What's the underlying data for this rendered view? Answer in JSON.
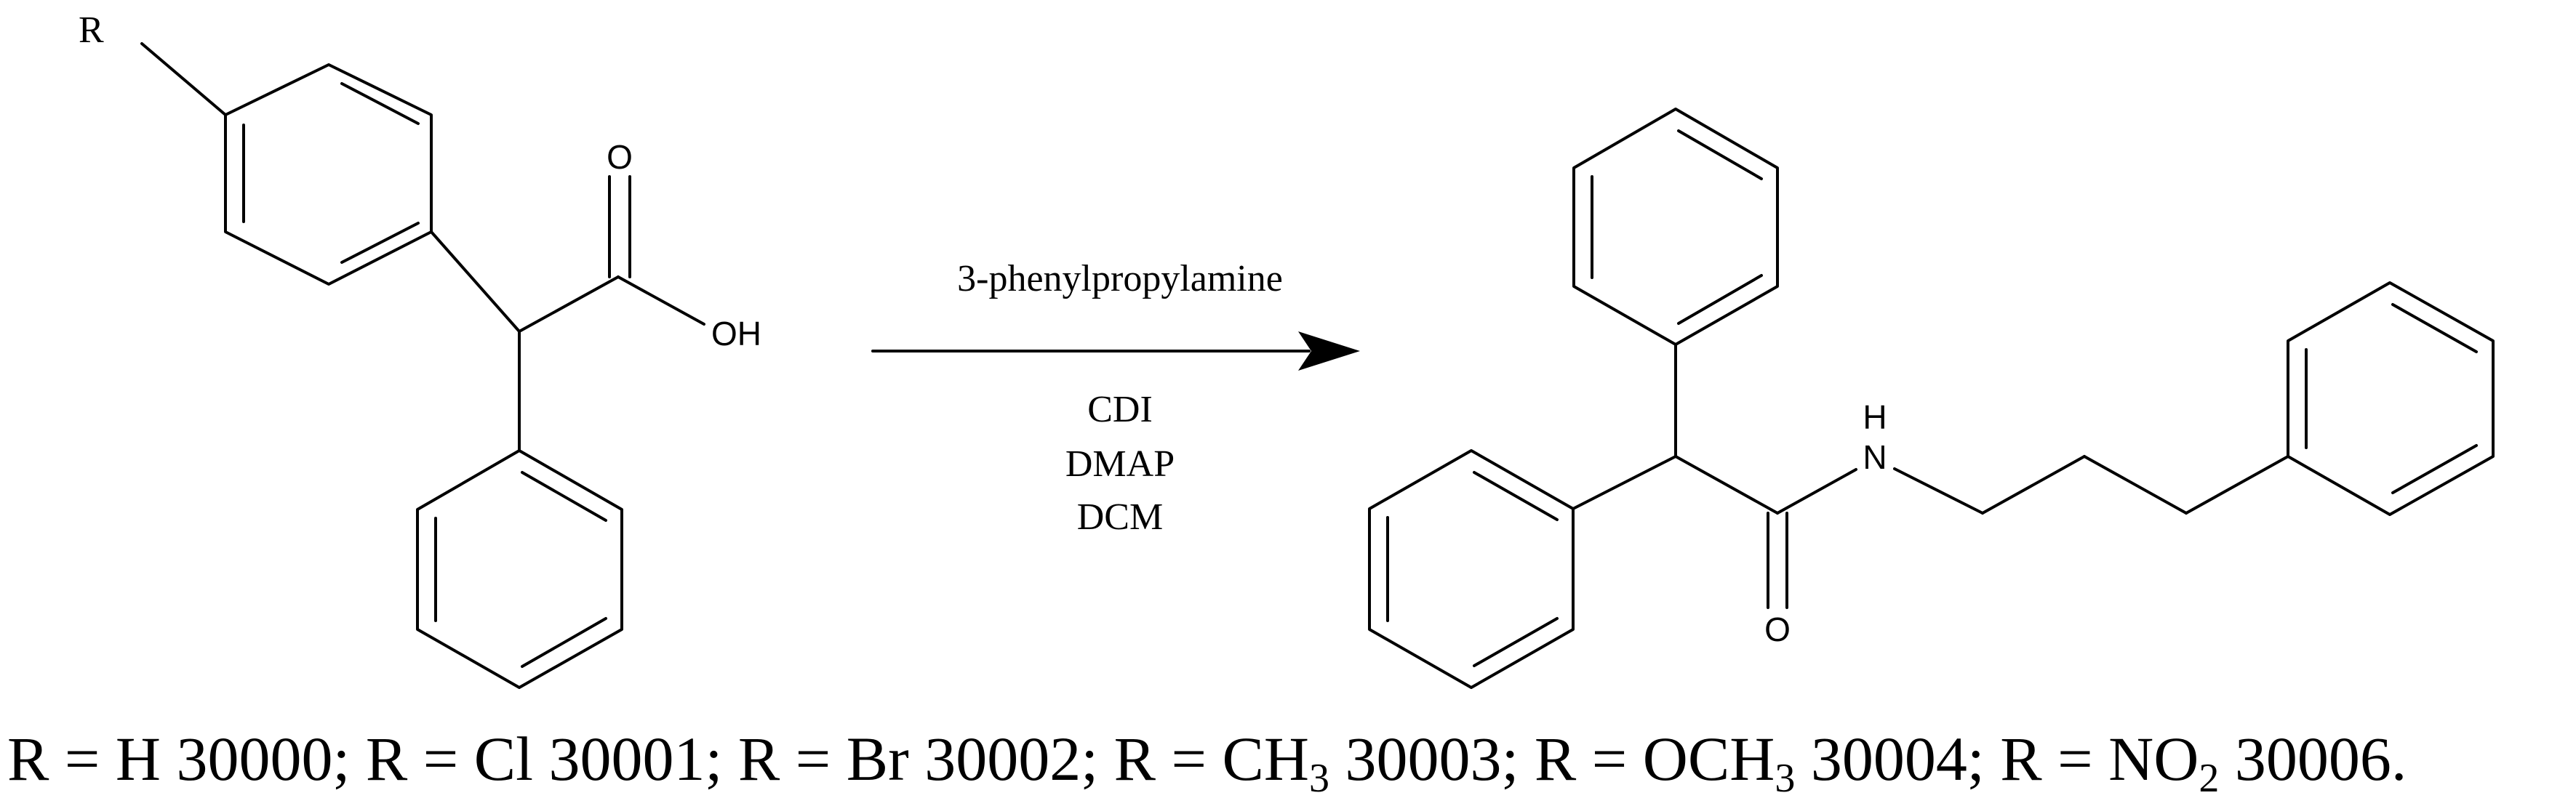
{
  "reactant": {
    "substituent_label": "R",
    "carbonyl_oxygen": "O",
    "hydroxyl": "OH"
  },
  "reagents": {
    "above_arrow": "3-phenylpropylamine",
    "below_arrow": [
      "CDI",
      "DMAP",
      "DCM"
    ]
  },
  "product": {
    "amide_nitrogen": "H\nN",
    "nitrogen_h": "H",
    "nitrogen": "N",
    "carbonyl_oxygen": "O"
  },
  "caption": {
    "items": [
      {
        "prefix": "R = H 30000; "
      },
      {
        "prefix": "R = Cl 30001; "
      },
      {
        "prefix": "R = Br 30002; "
      },
      {
        "prefix": "R = CH",
        "sub": "3",
        "suffix": " 30003; "
      },
      {
        "prefix": "R = OCH",
        "sub": "3",
        "suffix": " 30004; "
      },
      {
        "prefix": "R = NO",
        "sub": "2",
        "suffix": " 30006."
      }
    ]
  }
}
